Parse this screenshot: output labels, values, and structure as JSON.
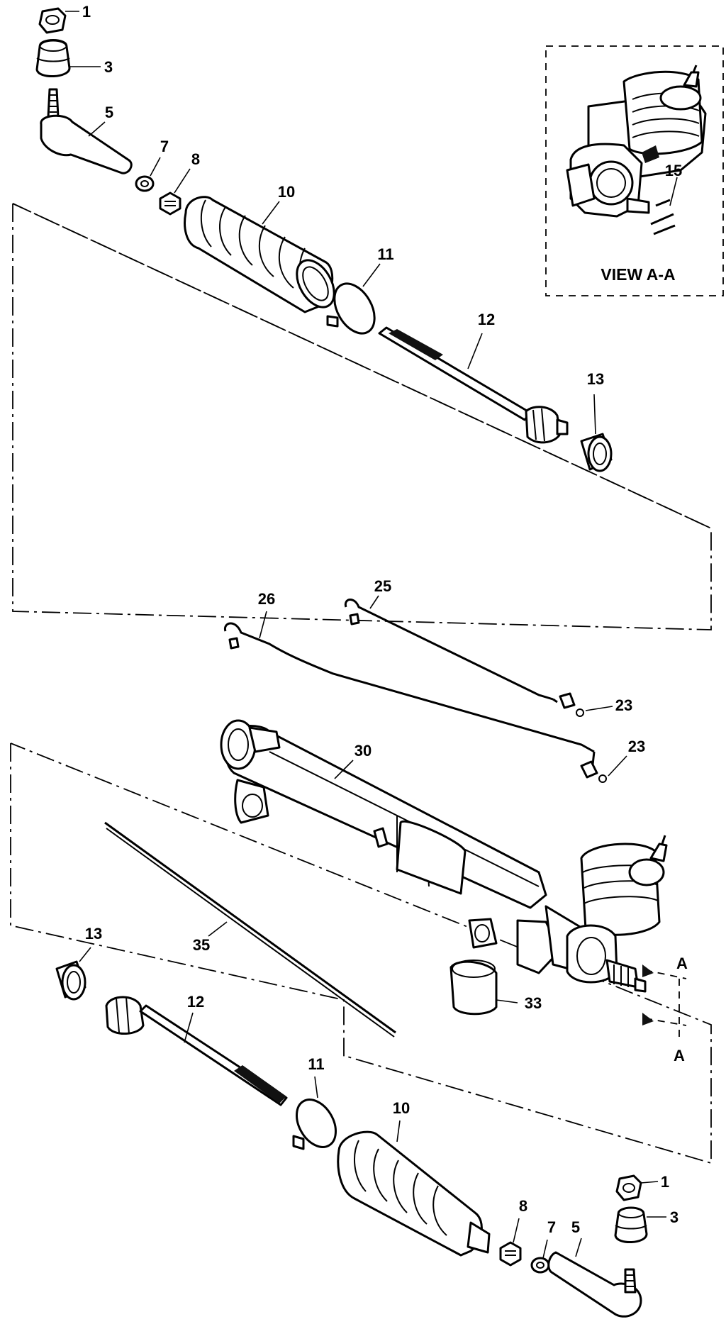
{
  "view_label": "VIEW A-A",
  "view_section_marks": [
    "A",
    "A"
  ],
  "callouts": {
    "nut_top": "1",
    "seal_top": "3",
    "outer_tie_rod_end_top": "5",
    "jam_nut_top": "7",
    "hex_nut_top": "8",
    "boot_top": "10",
    "clamp_top": "11",
    "inner_tie_rod_top": "12",
    "bushing_top": "13",
    "view_part": "15",
    "pipe_left": "26",
    "pipe_right": "25",
    "seal_ring_upper": "23",
    "seal_ring_lower": "23",
    "gear_housing": "30",
    "plug": "33",
    "rack": "35",
    "bushing_bottom": "13",
    "inner_tie_rod_bottom": "12",
    "clamp_bottom": "11",
    "boot_bottom": "10",
    "hex_nut_bottom": "8",
    "jam_nut_bottom": "7",
    "outer_tie_rod_end_bottom": "5",
    "nut_bottom": "1",
    "seal_bottom": "3"
  }
}
